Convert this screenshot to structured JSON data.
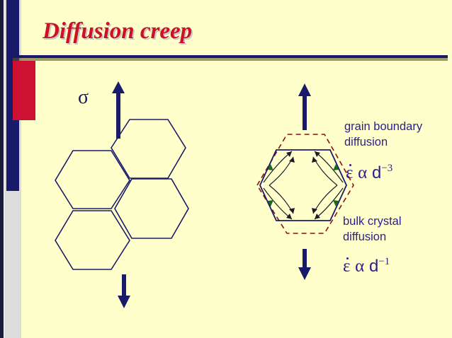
{
  "slide": {
    "title": "Diffusion creep",
    "sigma_symbol": "σ",
    "grain_boundary": {
      "label_line1": "grain boundary",
      "label_line2": "diffusion",
      "formula": {
        "epsilon": "ε",
        "proportional": "α",
        "d": "d",
        "exponent": "−3"
      }
    },
    "bulk_crystal": {
      "label_line1": "bulk crystal",
      "label_line2": "diffusion",
      "formula": {
        "epsilon": "ε",
        "proportional": "α",
        "d": "d",
        "exponent": "−1"
      }
    },
    "colors": {
      "background": "#ffffcc",
      "title": "#cc1122",
      "accent_bar": "#1a1a6a",
      "accent_red": "#cc1133",
      "hexagon_stroke": "#1a1a6a",
      "dashed_outline": "#8b1010",
      "diffusion_path": "#1a6a1a"
    }
  }
}
